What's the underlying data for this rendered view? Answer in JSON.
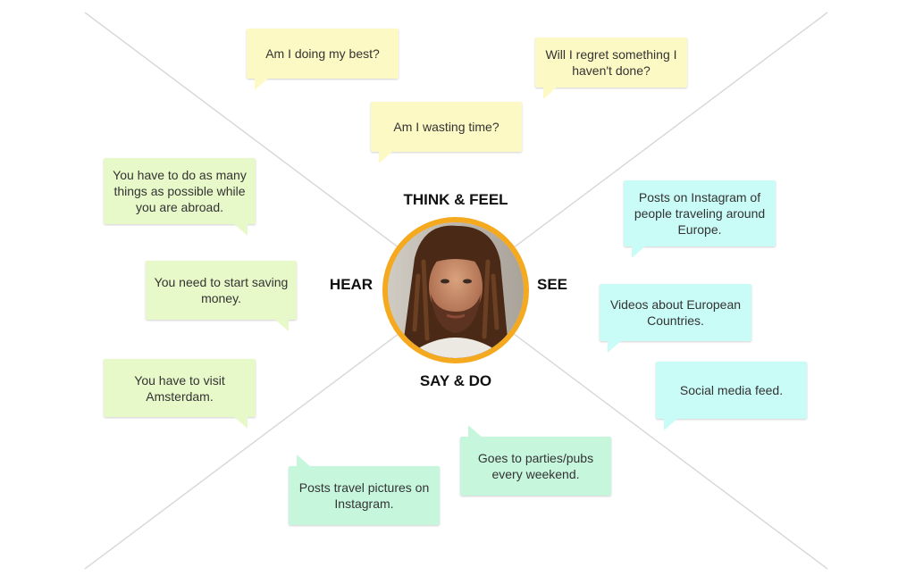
{
  "quadrants": {
    "think": "THINK & FEEL",
    "hear": "HEAR",
    "see": "SEE",
    "say": "SAY & DO"
  },
  "notes": {
    "think": [
      "Am I doing my best?",
      "Will I regret something I haven't done?",
      "Am I wasting time?"
    ],
    "hear": [
      "You have to do as many things as possible while you are abroad.",
      "You need to start saving money.",
      "You have to visit Amsterdam."
    ],
    "see": [
      "Posts on Instagram of people traveling around Europe.",
      "Videos about European Countries.",
      "Social media feed."
    ],
    "say": [
      "Posts travel pictures on Instagram.",
      "Goes to parties/pubs every weekend."
    ]
  },
  "colors": {
    "think": "#fdf9c4",
    "hear": "#e7f9c9",
    "see": "#c9fbf7",
    "say": "#c6f7dc",
    "avatar_ring": "#f5a91f"
  }
}
